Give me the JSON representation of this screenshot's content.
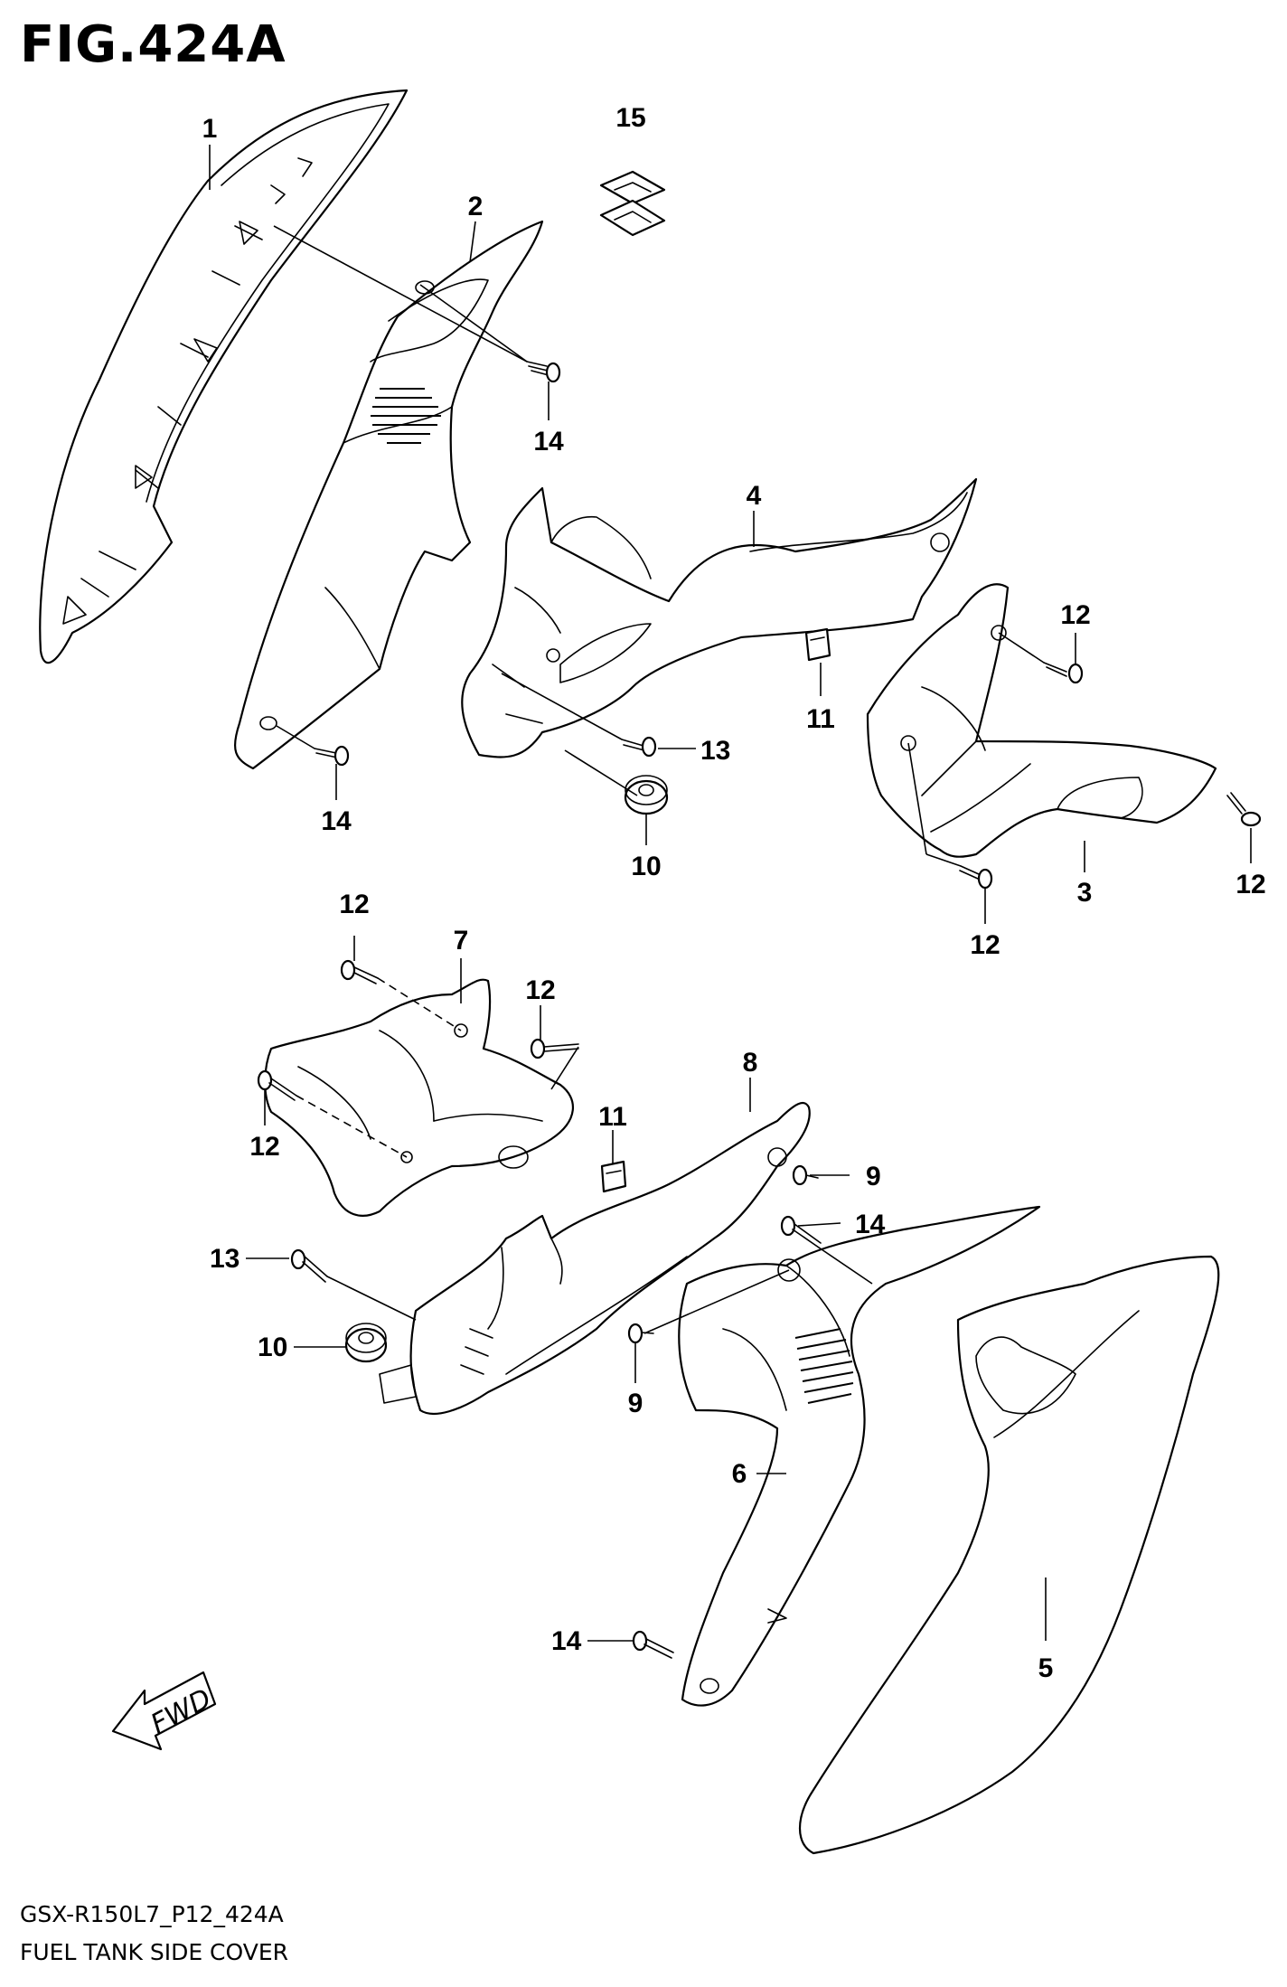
{
  "figure": {
    "title": "FIG.424A",
    "code": "GSX-R150L7_P12_424A",
    "caption": "FUEL TANK SIDE COVER"
  },
  "fwd_label": "FWD",
  "callouts": {
    "c1": "1",
    "c2": "2",
    "c3": "3",
    "c4": "4",
    "c5": "5",
    "c6": "6",
    "c7": "7",
    "c8": "8",
    "c9a": "9",
    "c9b": "9",
    "c10a": "10",
    "c10b": "10",
    "c11a": "11",
    "c11b": "11",
    "c12a": "12",
    "c12b": "12",
    "c12c": "12",
    "c12d": "12",
    "c12e": "12",
    "c12f": "12",
    "c13a": "13",
    "c13b": "13",
    "c14a": "14",
    "c14b": "14",
    "c14c": "14",
    "c14d": "14",
    "c15": "15"
  }
}
